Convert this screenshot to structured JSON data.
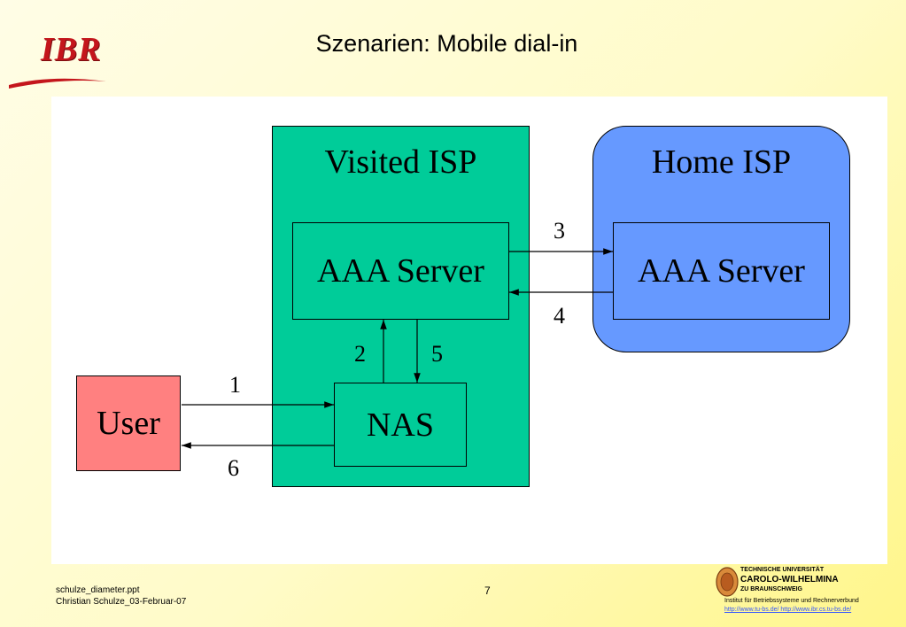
{
  "logo": {
    "text": "IBR"
  },
  "slide": {
    "title": "Szenarien: Mobile dial-in"
  },
  "diagram": {
    "visited_isp": {
      "label": "Visited ISP",
      "server": "AAA Server",
      "nas": "NAS"
    },
    "home_isp": {
      "label": "Home ISP",
      "server": "AAA Server"
    },
    "user": {
      "label": "User"
    },
    "steps": {
      "s1": "1",
      "s2": "2",
      "s3": "3",
      "s4": "4",
      "s5": "5",
      "s6": "6"
    }
  },
  "colors": {
    "visited_isp_fill": "#00cc99",
    "home_isp_fill": "#6699ff",
    "user_fill": "#ff8080",
    "logo_red": "#c4161c"
  },
  "footer": {
    "file": "schulze_diameter.ppt",
    "author_date": "Christian Schulze_03-Februar-07",
    "page": "7",
    "tu_line1": "TECHNISCHE UNIVERSITÄT",
    "tu_line2": "CAROLO-WILHELMINA",
    "tu_line3": "ZU BRAUNSCHWEIG",
    "institute": "Institut für Betriebssysteme und Rechnerverbund",
    "links": "http://www.tu-bs.de/  http://www.ibr.cs.tu-bs.de/"
  }
}
